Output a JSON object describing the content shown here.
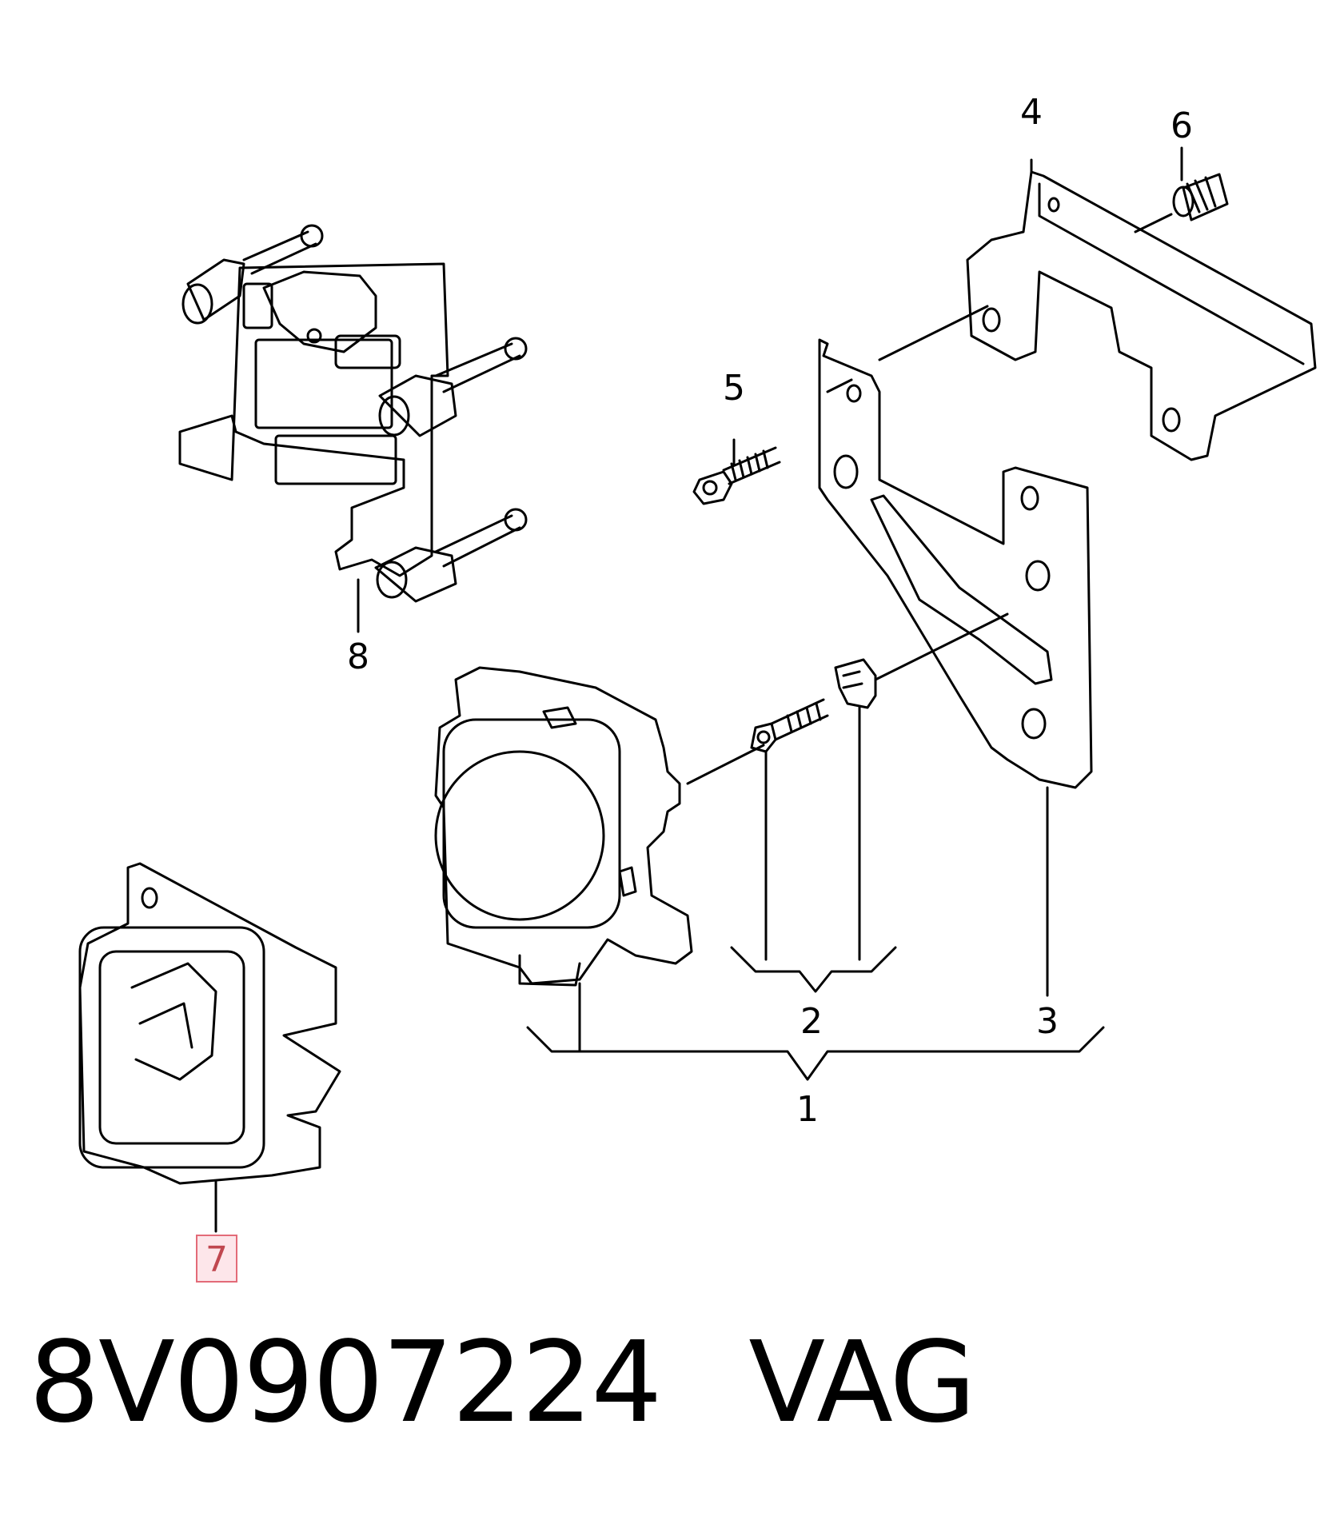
{
  "callouts": [
    "1",
    "2",
    "3",
    "4",
    "5",
    "6",
    "7",
    "8"
  ],
  "highlighted_callout": "7",
  "caption": {
    "part_number": "8V0907224",
    "brand": "VAG"
  },
  "colors": {
    "line": "#000000",
    "background": "#ffffff",
    "highlight_fill": "#fde6ea",
    "highlight_border": "#e36b78"
  }
}
